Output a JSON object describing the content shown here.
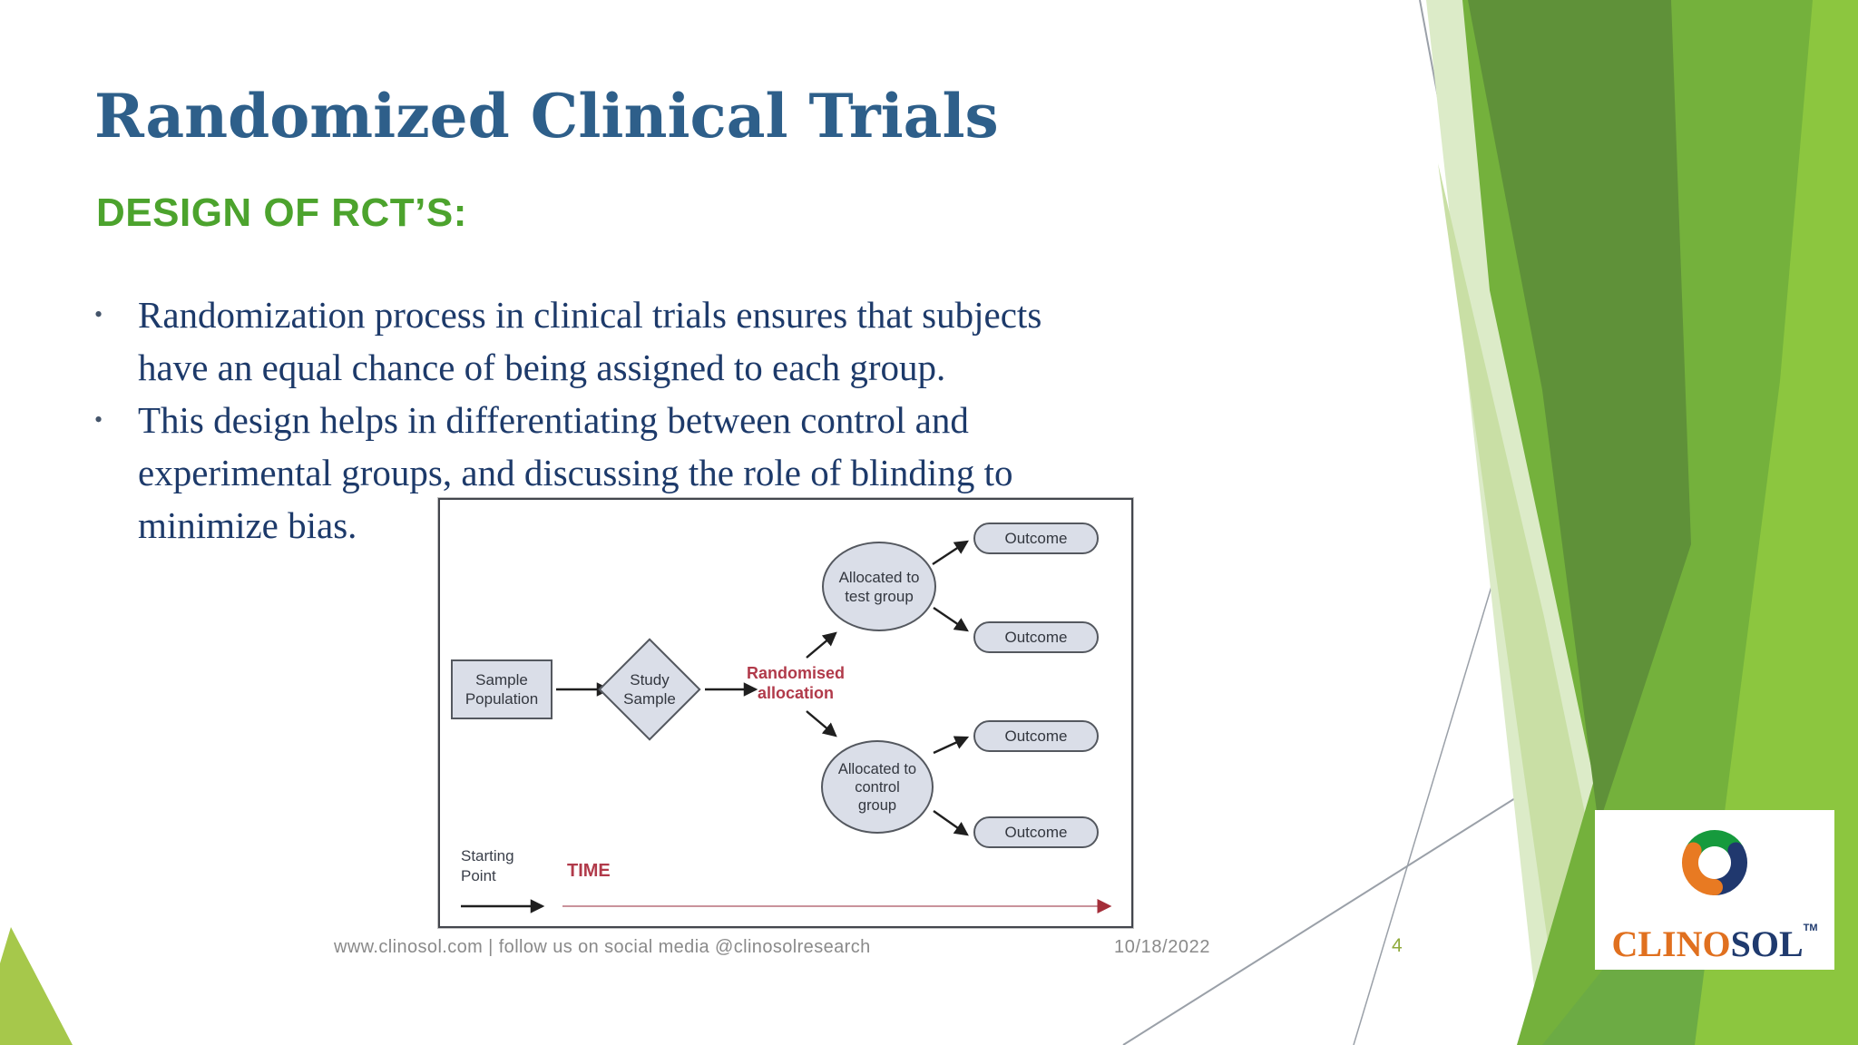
{
  "slide": {
    "title": "Randomized Clinical Trials",
    "heading": "DESIGN OF RCT’S:",
    "bullet_char": "•",
    "bullets": [
      {
        "lines": [
          "Randomization process in clinical trials ensures that subjects",
          "have an equal chance of being assigned to each group."
        ]
      },
      {
        "lines": [
          "This design helps in differentiating between control and",
          "experimental groups, and discussing the role of blinding to",
          "minimize bias."
        ]
      }
    ]
  },
  "diagram": {
    "sample_population": [
      "Sample",
      "Population"
    ],
    "study_sample": [
      "Study",
      "Sample"
    ],
    "randomised_allocation": [
      "Randomised",
      "allocation"
    ],
    "test_group": [
      "Allocated to",
      "test group"
    ],
    "control_group": [
      "Allocated to",
      "control",
      "group"
    ],
    "outcome": "Outcome",
    "starting_point": [
      "Starting",
      "Point"
    ],
    "time_label": "TIME"
  },
  "footer": {
    "left": "www.clinosol.com | follow us on social media @clinosolresearch",
    "date": "10/18/2022",
    "page": "4"
  },
  "logo": {
    "part1": "CLINO",
    "part2": "SOL",
    "tm": "TM"
  },
  "colors": {
    "title_blue": "#2E5F8A",
    "heading_green": "#4CA32D",
    "body_navy": "#1D3A6A",
    "accent_red": "#B13A4A",
    "footer_gray": "#8A8A8A",
    "page_green": "#8FAA3B",
    "logo_orange": "#E0701F",
    "logo_navy": "#1F3A6E",
    "shape_fill": "#DADEE8",
    "facet_dark_green": "#5F9139",
    "facet_mid_green": "#74B13C",
    "facet_light_green": "#8CC63F"
  }
}
